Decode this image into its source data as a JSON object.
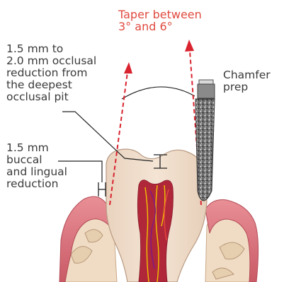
{
  "labels": {
    "taper": "Taper between\n3° and 6°",
    "occlusal": "1.5 mm to\n2.0 mm occlusal\nreduction from\nthe deepest\nocclusal pit",
    "chamfer": "Chamfer\nprep",
    "buccal": "1.5 mm\nbuccal\nand lingual\nreduction"
  },
  "colors": {
    "taper_text": "#e04a3f",
    "arrow": "#d9232f",
    "tooth": "#f1dfcf",
    "gum": "#e58a8f",
    "bone": "#efe6d2",
    "pulp": "#b0273a",
    "text": "#3a3a3a"
  }
}
